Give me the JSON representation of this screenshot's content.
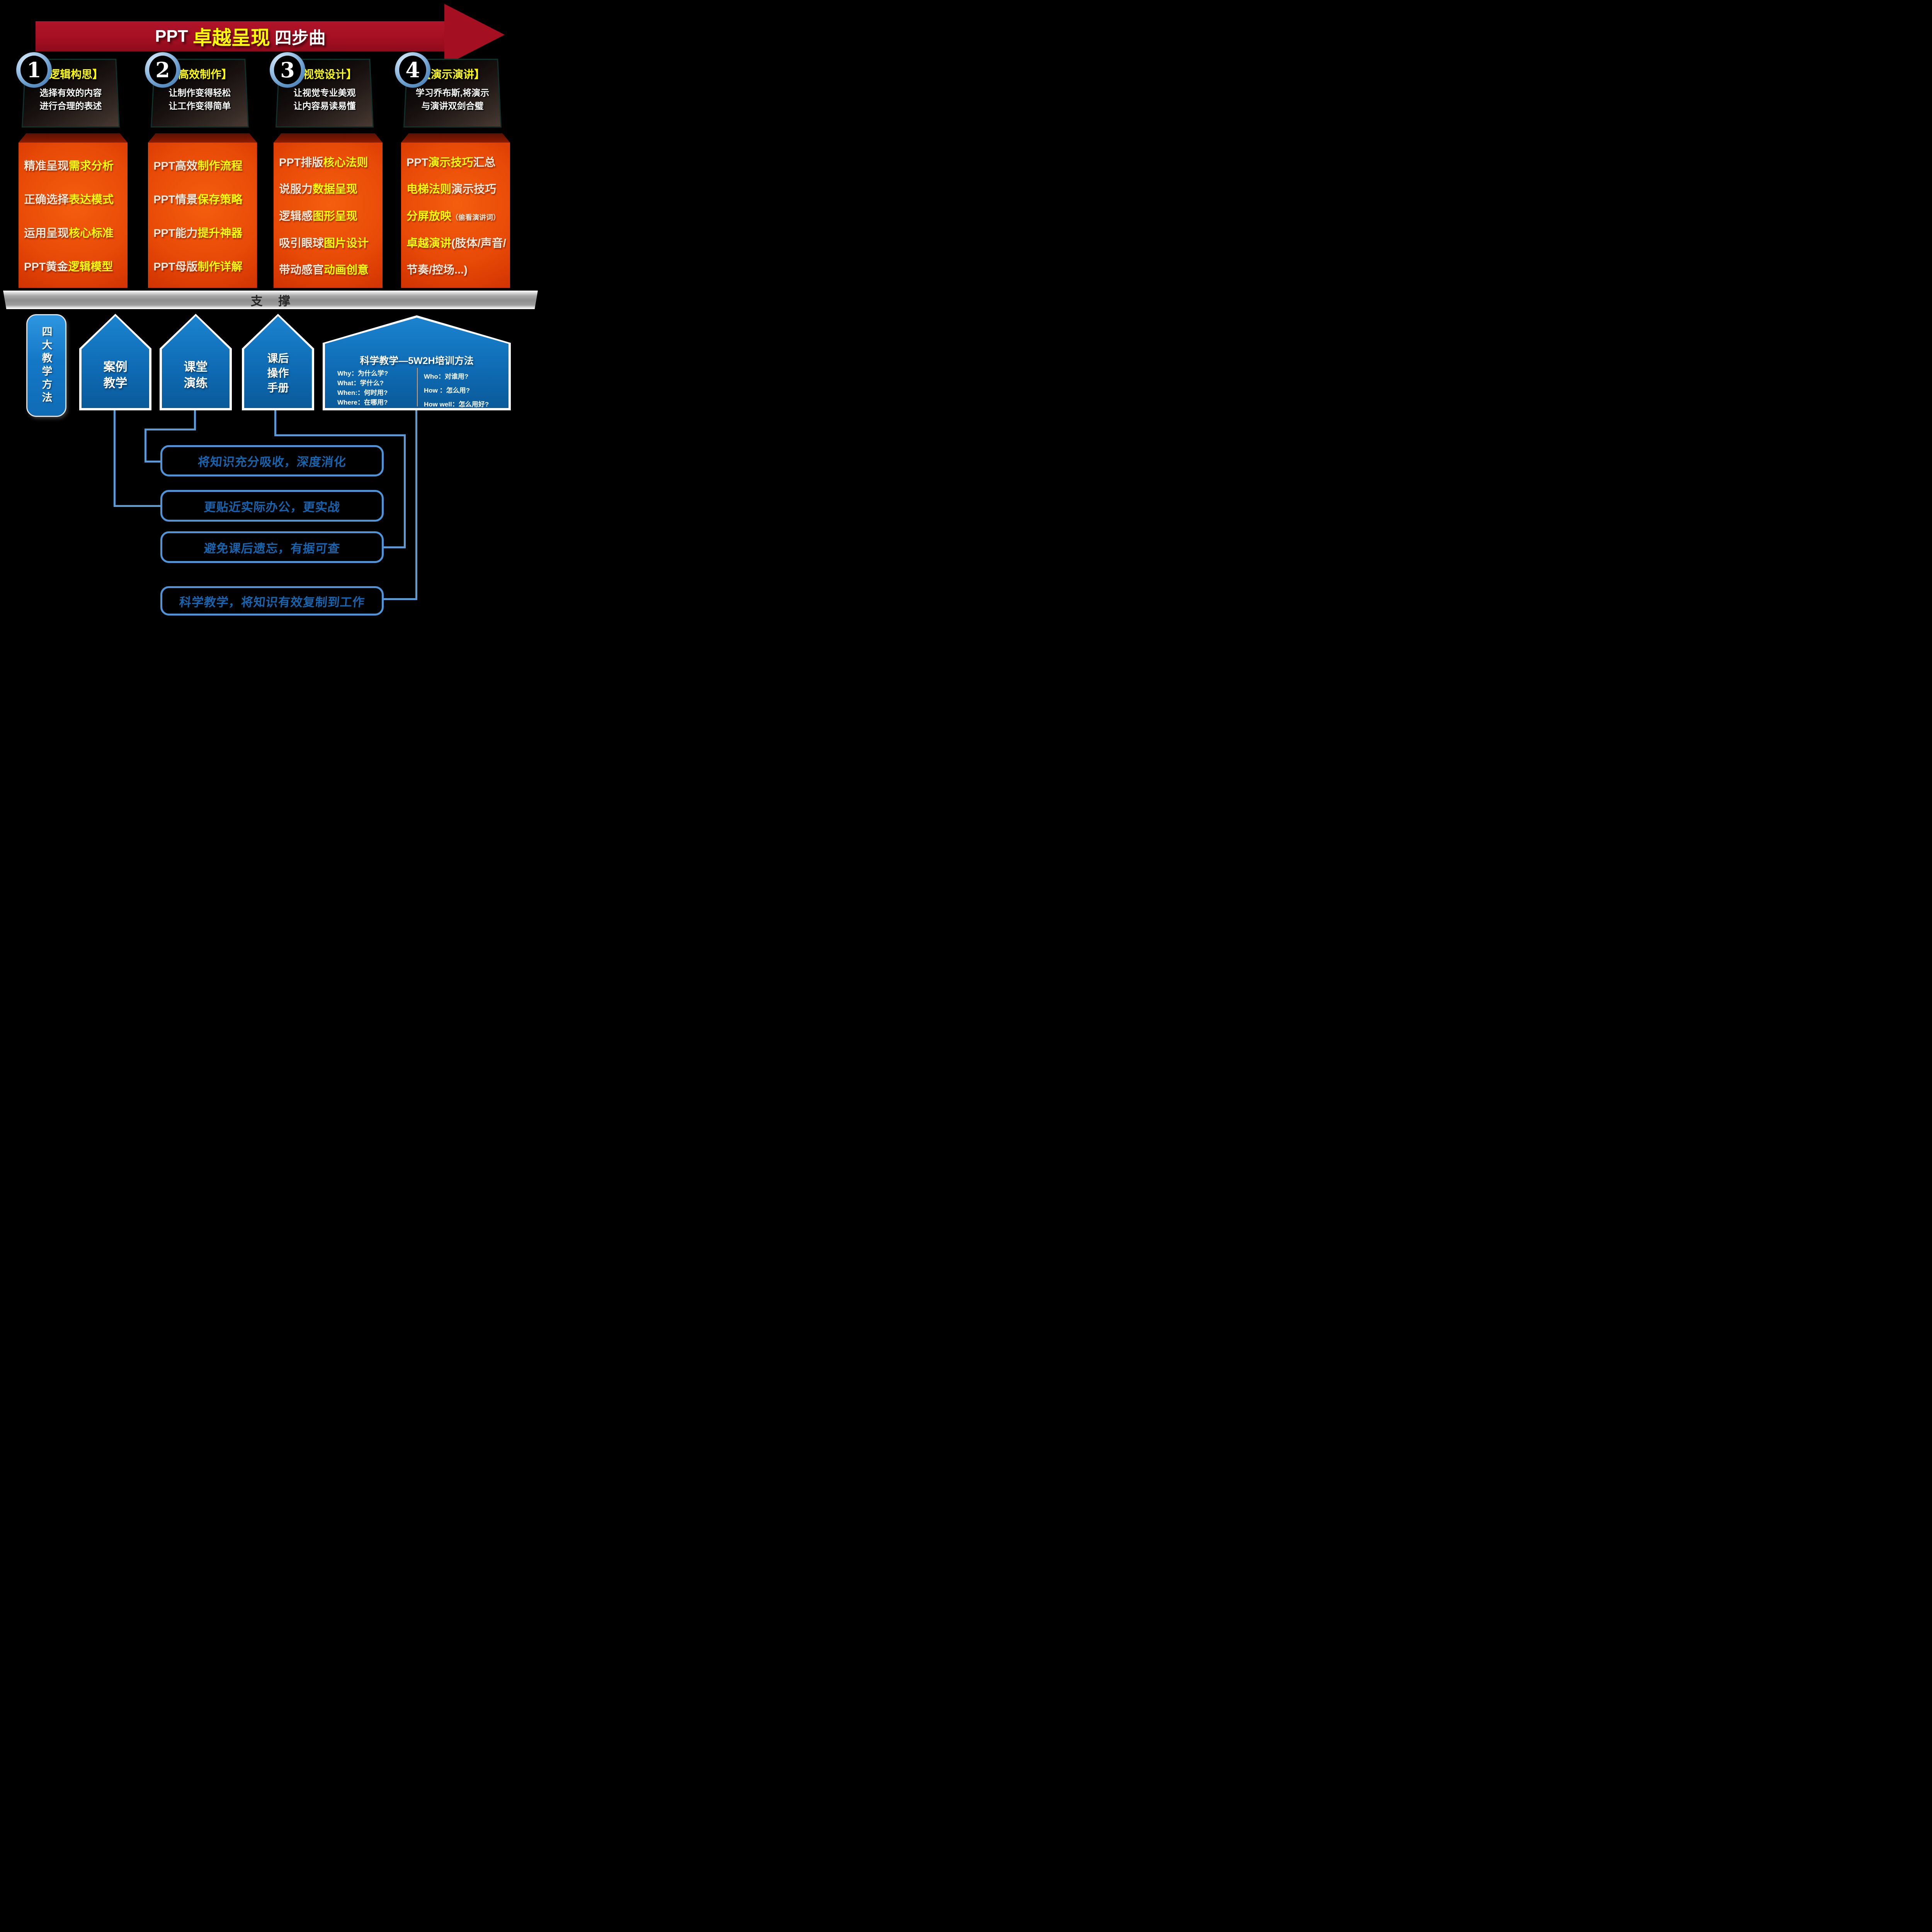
{
  "colors": {
    "background": "#000000",
    "banner_red": "#a50f22",
    "red_box_bright": "#f25a0c",
    "red_box_dark": "#b52300",
    "accent_yellow": "#ffff00",
    "cream_text": "#f5e8d8",
    "shape_blue": "#0f6cb5",
    "line_blue": "#5b9bd5",
    "benefit_text_blue": "#1565b0",
    "bar_gray": "#8d8d8d"
  },
  "banner": {
    "prefix": "PPT",
    "highlight": "卓越呈现",
    "suffix": "四步曲"
  },
  "support_label": "支 撑",
  "methods_label": "四大教学方法",
  "steps": [
    {
      "number": "1",
      "name": "【逻辑构思】",
      "desc1": "选择有效的内容",
      "desc2": "进行合理的表述",
      "lines": [
        {
          "a": "精准呈现",
          "b": "需求分析"
        },
        {
          "a": "正确选择",
          "b": "表达模式"
        },
        {
          "a": "运用呈现",
          "b": "核心标准"
        },
        {
          "a": "PPT黄金",
          "b": "逻辑模型"
        }
      ]
    },
    {
      "number": "2",
      "name": "【高效制作】",
      "desc1": "让制作变得轻松",
      "desc2": "让工作变得简单",
      "lines": [
        {
          "a": "PPT高效",
          "b": "制作流程"
        },
        {
          "a": "PPT情景",
          "b": "保存策略"
        },
        {
          "a": "PPT能力",
          "b": "提升神器"
        },
        {
          "a": "PPT母版",
          "b": "制作详解"
        }
      ]
    },
    {
      "number": "3",
      "name": "【视觉设计】",
      "desc1": "让视觉专业美观",
      "desc2": "让内容易读易懂",
      "lines": [
        {
          "a": "PPT排版",
          "b": "核心法则"
        },
        {
          "a": "说服力",
          "b": "数据呈现"
        },
        {
          "a": "逻辑感",
          "b": "图形呈现"
        },
        {
          "a": "吸引眼球",
          "b": "图片设计"
        },
        {
          "a": "带动感官",
          "b": "动画创意"
        }
      ]
    },
    {
      "number": "4",
      "name": "【演示演讲】",
      "desc1": "学习乔布斯,将演示",
      "desc2": "与演讲双剑合璧",
      "lines": [
        {
          "w1": "PPT",
          "y1": "演示技巧",
          "w2": "汇总"
        },
        {
          "y1": "电梯法则",
          "w1": "演示技巧"
        },
        {
          "y1": "分屏放映",
          "small": "（偷看演讲词）"
        },
        {
          "y1": "卓越演讲",
          "w1": "(肢体/声音/"
        },
        {
          "w1": "节奏/控场...)"
        }
      ]
    }
  ],
  "houses": [
    {
      "label": "案例\n教学"
    },
    {
      "label": "课堂\n演练"
    },
    {
      "label": "课后\n操作\n手册"
    }
  ],
  "big_house": {
    "title": "科学教学—5W2H培训方法",
    "left": [
      "Why：为什么学?",
      "What：学什么?",
      "When:：何时用?",
      "Where：在哪用?"
    ],
    "right": [
      "Who：对谁用?",
      "How ：怎么用?",
      "How well：怎么用好?"
    ]
  },
  "bottom_boxes": [
    {
      "label": "将知识充分吸收，深度消化"
    },
    {
      "label": "更贴近实际办公，更实战"
    },
    {
      "label": "避免课后遗忘，有据可查"
    },
    {
      "label": "科学教学，将知识有效复制到工作"
    }
  ]
}
